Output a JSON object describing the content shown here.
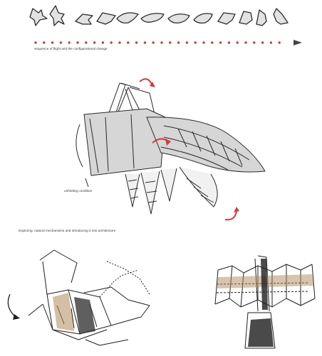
{
  "captions": {
    "flight_sequence": "sequence of flight and the configurational change",
    "unfolding": "unfolding condition",
    "exploring": "Exploring: natural mechanisms and introducing it into architecture"
  },
  "colors": {
    "accent_red": "#d43a3a",
    "ink": "#2a2a2a",
    "wing_fill": "#d6d6d6",
    "sepia": "#b08a5a"
  },
  "icons": [
    "arrow-right-icon",
    "rotation-arrow-icon"
  ]
}
